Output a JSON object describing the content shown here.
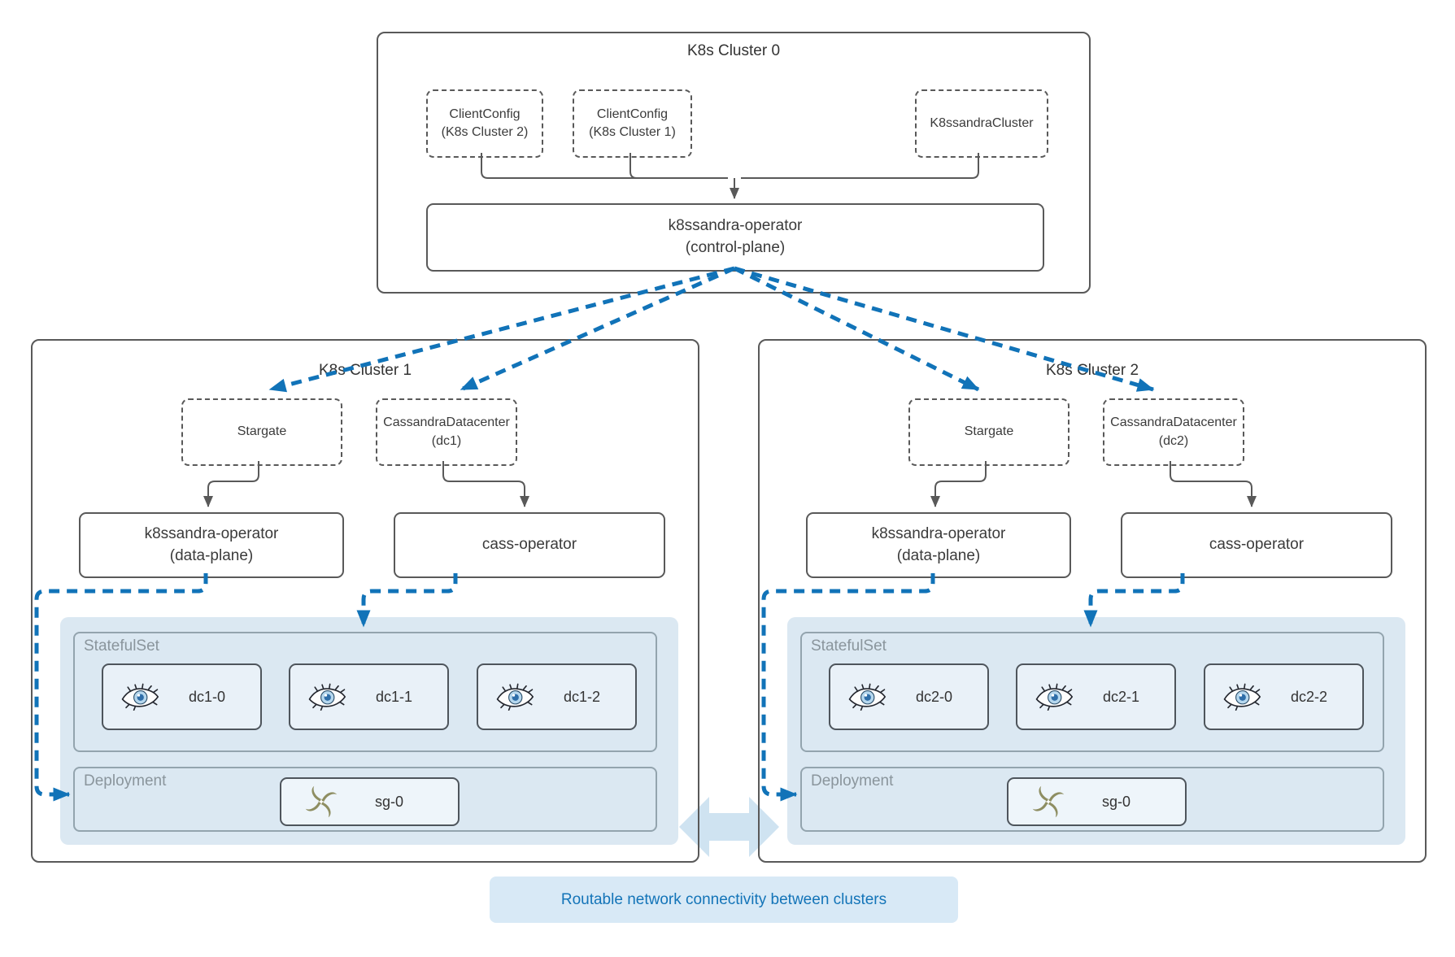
{
  "diagram": {
    "cluster0": {
      "title": "K8s Cluster 0",
      "clientconfig2": {
        "line1": "ClientConfig",
        "line2": "(K8s Cluster 2)"
      },
      "clientconfig1": {
        "line1": "ClientConfig",
        "line2": "(K8s Cluster 1)"
      },
      "k8ssandracluster": {
        "line1": "K8ssandraCluster"
      },
      "operator": {
        "line1": "k8ssandra-operator",
        "line2": "(control-plane)"
      }
    },
    "cluster1": {
      "title": "K8s Cluster 1",
      "stargate": "Stargate",
      "cassandradatacenter": {
        "line1": "CassandraDatacenter",
        "line2": "(dc1)"
      },
      "operator": {
        "line1": "k8ssandra-operator",
        "line2": "(data-plane)"
      },
      "cass_operator": "cass-operator",
      "statefulset_label": "StatefulSet",
      "deployment_label": "Deployment",
      "pods": [
        "dc1-0",
        "dc1-1",
        "dc1-2"
      ],
      "stargate_pod": "sg-0"
    },
    "cluster2": {
      "title": "K8s Cluster 2",
      "stargate": "Stargate",
      "cassandradatacenter": {
        "line1": "CassandraDatacenter",
        "line2": "(dc2)"
      },
      "operator": {
        "line1": "k8ssandra-operator",
        "line2": "(data-plane)"
      },
      "cass_operator": "cass-operator",
      "statefulset_label": "StatefulSet",
      "deployment_label": "Deployment",
      "pods": [
        "dc2-0",
        "dc2-1",
        "dc2-2"
      ],
      "stargate_pod": "sg-0"
    },
    "note": "Routable network connectivity between clusters",
    "icons": {
      "pod_icon": "eye-icon",
      "stargate_icon": "stargate-swirl-icon",
      "cluster_link_icon": "double-arrow-icon"
    },
    "colors": {
      "connector_blue": "#1173b8",
      "panel_blue": "#dbe8f2",
      "border_gray": "#595959",
      "container_label_gray": "#8a959c",
      "note_blue": "#1374b8",
      "stargate_olive": "#8e8e62",
      "pale_arrow_blue": "#cfe3f1"
    }
  }
}
